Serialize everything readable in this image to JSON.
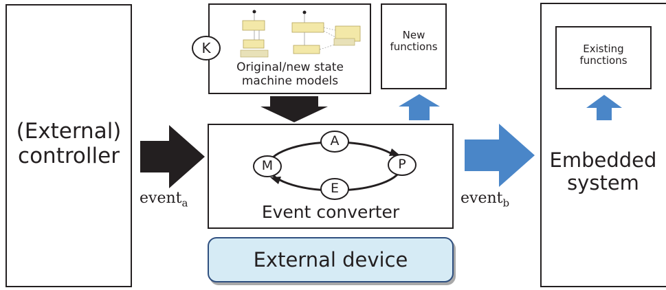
{
  "controller": {
    "line1": "(External)",
    "line2": "controller"
  },
  "models": {
    "marker": "K",
    "line1": "Original/new state",
    "line2": "machine models"
  },
  "new_functions": {
    "line1": "New",
    "line2": "functions"
  },
  "converter": {
    "title": "Event converter",
    "nodes": {
      "top": "A",
      "left": "M",
      "right": "P",
      "bottom": "E"
    }
  },
  "embedded": {
    "line1": "Embedded",
    "line2": "system",
    "existing_line1": "Existing",
    "existing_line2": "functions"
  },
  "events": {
    "in_base": "event",
    "in_sub": "a",
    "out_base": "event",
    "out_sub": "b"
  },
  "external_device": {
    "label": "External device"
  },
  "colors": {
    "black_arrow": "#231f20",
    "blue_arrow": "#4a86c8",
    "device_fill": "#d6ebf5",
    "device_border": "#2f4f7f"
  }
}
